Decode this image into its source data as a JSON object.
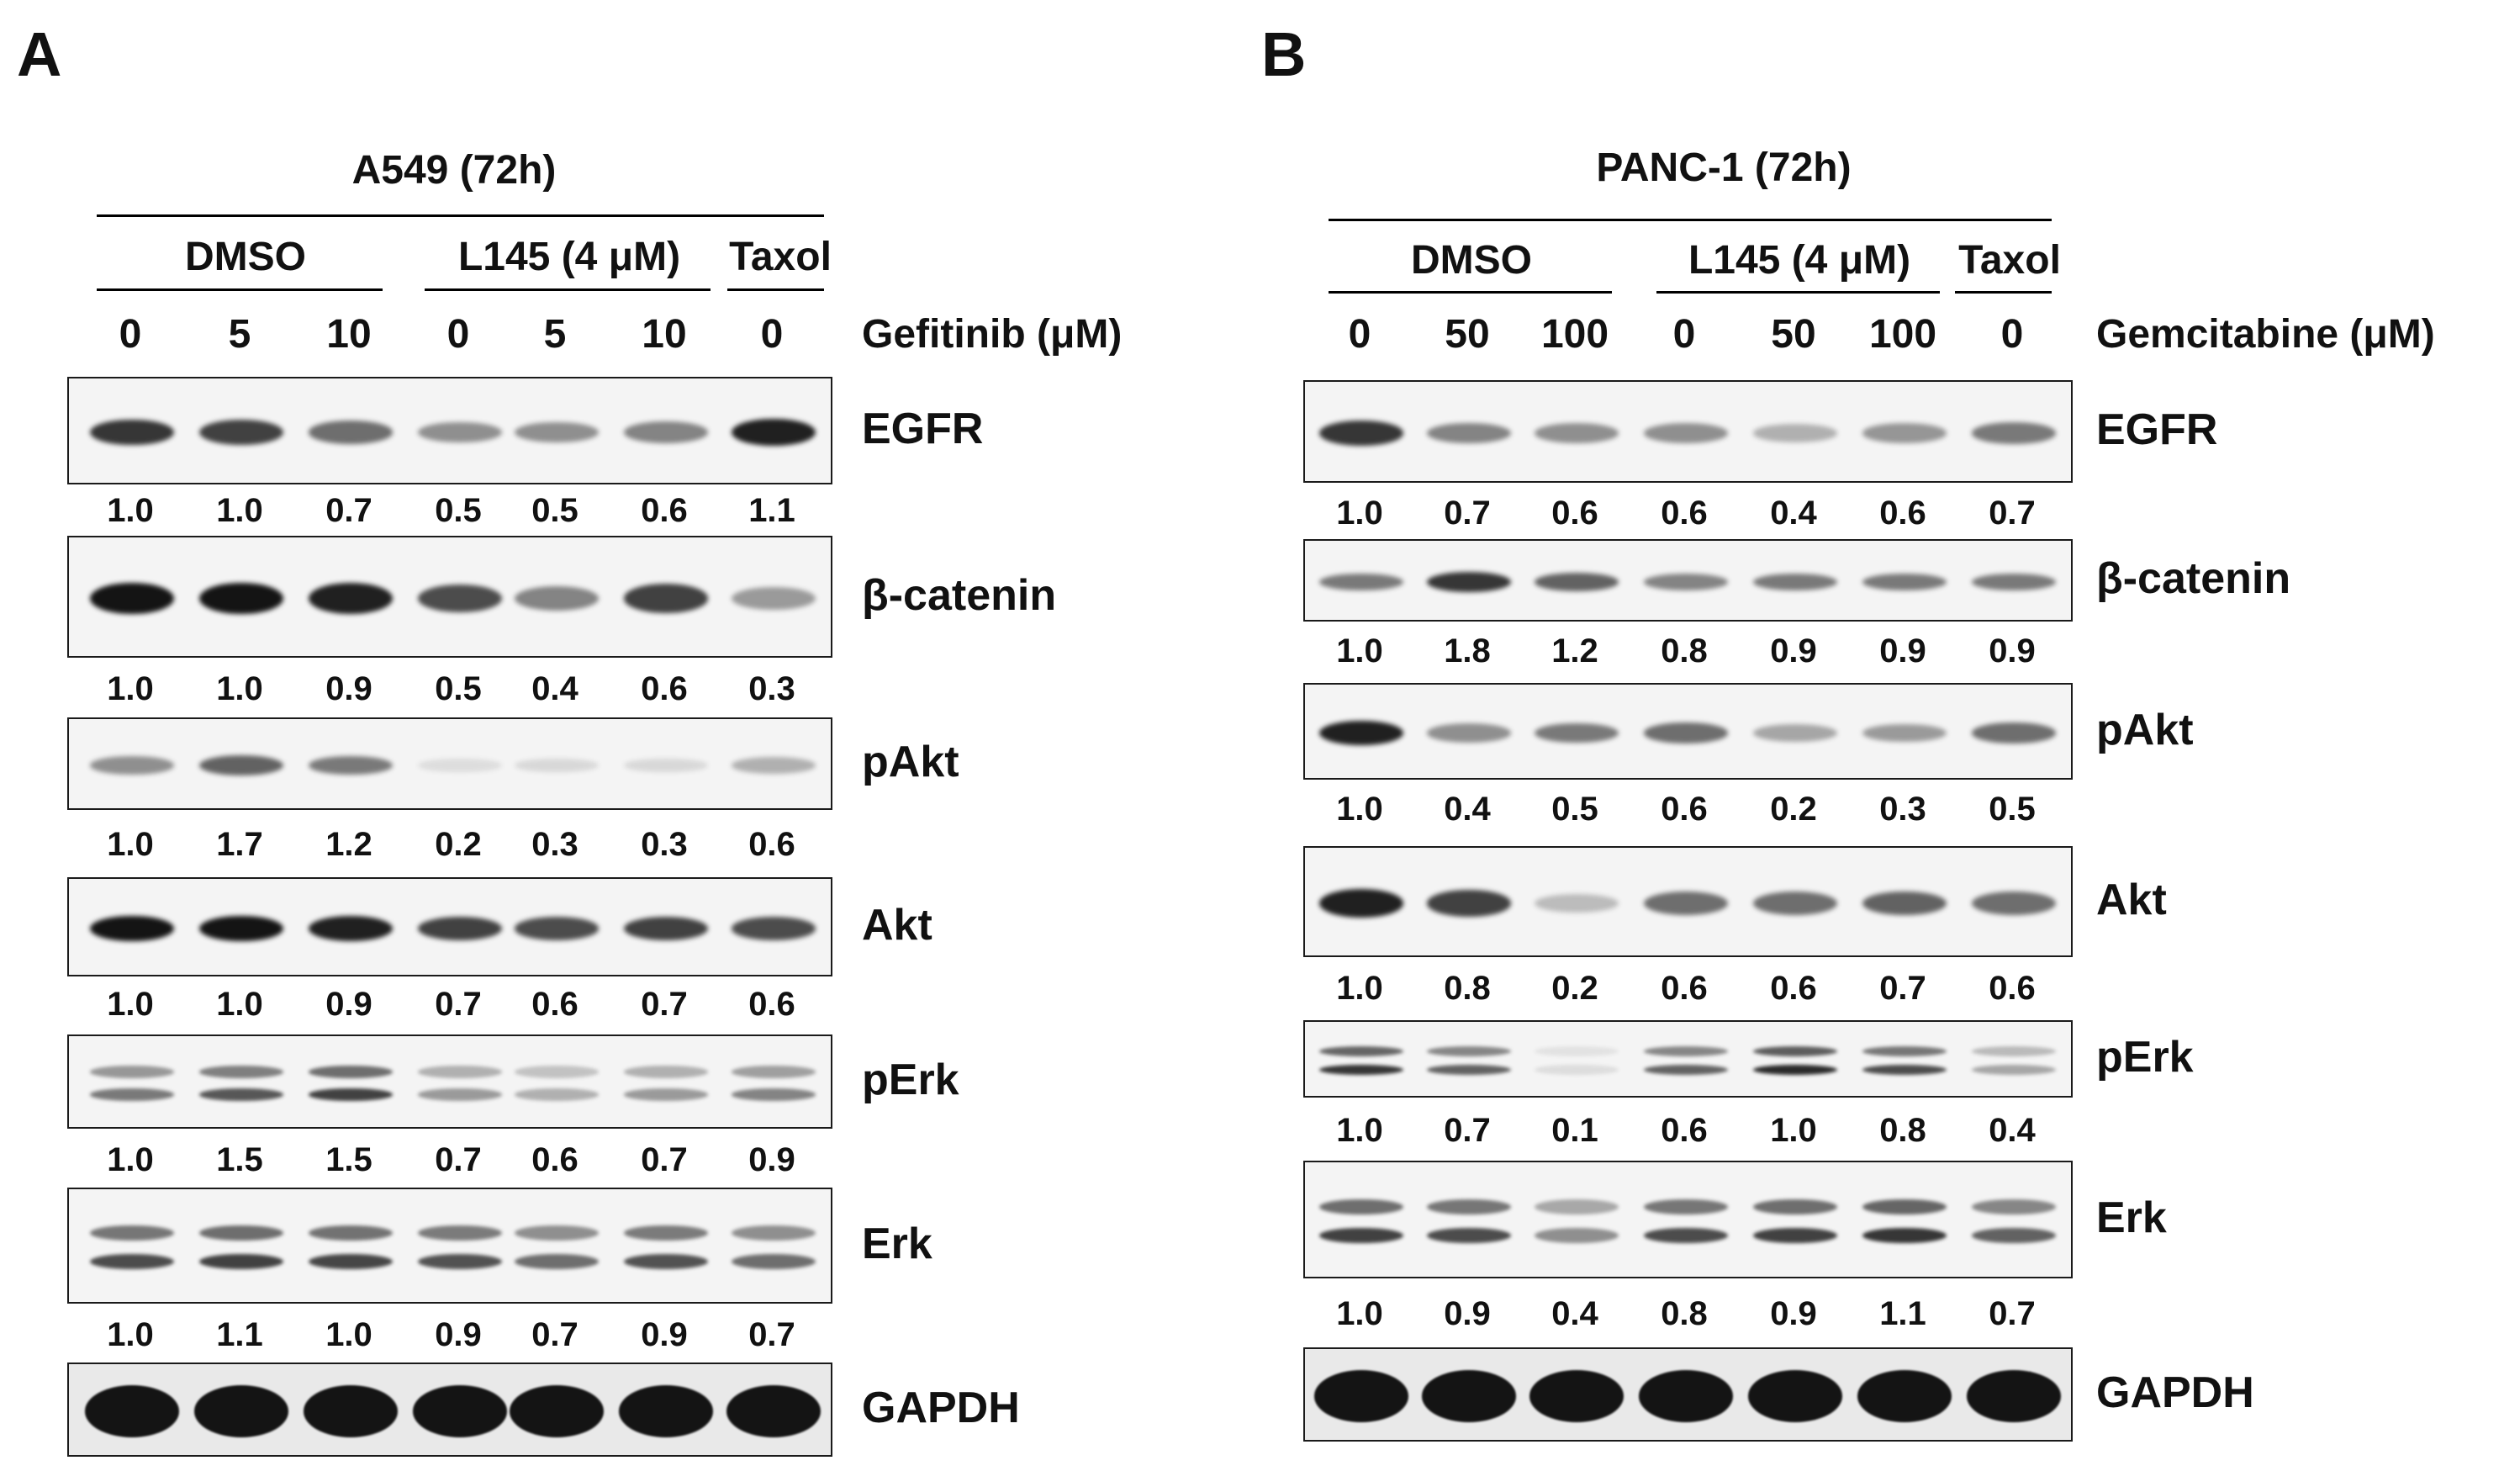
{
  "panels": [
    {
      "letter": "A",
      "title": "A549 (72h)",
      "groups": [
        "DMSO",
        "L145 (4 μM)",
        "Taxol"
      ],
      "lanes": [
        "0",
        "5",
        "10",
        "0",
        "5",
        "10",
        "0"
      ],
      "axis_label": "Gefitinib (μM)",
      "blots": [
        {
          "protein": "EGFR",
          "values": [
            "1.0",
            "1.0",
            "0.7",
            "0.5",
            "0.5",
            "0.6",
            "1.1"
          ],
          "intensity": [
            0.85,
            0.8,
            0.6,
            0.45,
            0.45,
            0.5,
            0.95
          ],
          "double": false
        },
        {
          "protein": "β-catenin",
          "values": [
            "1.0",
            "1.0",
            "0.9",
            "0.5",
            "0.4",
            "0.6",
            "0.3"
          ],
          "intensity": [
            1.0,
            1.0,
            0.95,
            0.75,
            0.5,
            0.8,
            0.4
          ],
          "double": false
        },
        {
          "protein": "pAkt",
          "values": [
            "1.0",
            "1.7",
            "1.2",
            "0.2",
            "0.3",
            "0.3",
            "0.6"
          ],
          "intensity": [
            0.45,
            0.65,
            0.55,
            0.1,
            0.12,
            0.12,
            0.3
          ],
          "double": false
        },
        {
          "protein": "Akt",
          "values": [
            "1.0",
            "1.0",
            "0.9",
            "0.7",
            "0.6",
            "0.7",
            "0.6"
          ],
          "intensity": [
            1.0,
            1.0,
            0.95,
            0.8,
            0.75,
            0.8,
            0.75
          ],
          "double": false
        },
        {
          "protein": "pErk",
          "values": [
            "1.0",
            "1.5",
            "1.5",
            "0.7",
            "0.6",
            "0.7",
            "0.9"
          ],
          "intensity": [
            0.55,
            0.7,
            0.8,
            0.4,
            0.3,
            0.4,
            0.5
          ],
          "double": true
        },
        {
          "protein": "Erk",
          "values": [
            "1.0",
            "1.1",
            "1.0",
            "0.9",
            "0.7",
            "0.9",
            "0.7"
          ],
          "intensity": [
            0.75,
            0.8,
            0.78,
            0.72,
            0.6,
            0.72,
            0.6
          ],
          "double": true
        },
        {
          "protein": "GAPDH",
          "values": [],
          "intensity": [
            1,
            1,
            1,
            1,
            1,
            1,
            1
          ],
          "double": false
        }
      ]
    },
    {
      "letter": "B",
      "title": "PANC-1 (72h)",
      "groups": [
        "DMSO",
        "L145 (4 μM)",
        "Taxol"
      ],
      "lanes": [
        "0",
        "50",
        "100",
        "0",
        "50",
        "100",
        "0"
      ],
      "axis_label": "Gemcitabine (μM)",
      "blots": [
        {
          "protein": "EGFR",
          "values": [
            "1.0",
            "0.7",
            "0.6",
            "0.6",
            "0.4",
            "0.6",
            "0.7"
          ],
          "intensity": [
            0.85,
            0.5,
            0.45,
            0.45,
            0.3,
            0.42,
            0.55
          ],
          "double": false
        },
        {
          "protein": "β-catenin",
          "values": [
            "1.0",
            "1.8",
            "1.2",
            "0.8",
            "0.9",
            "0.9",
            "0.9"
          ],
          "intensity": [
            0.55,
            0.85,
            0.65,
            0.5,
            0.55,
            0.55,
            0.55
          ],
          "double": false
        },
        {
          "protein": "pAkt",
          "values": [
            "1.0",
            "0.4",
            "0.5",
            "0.6",
            "0.2",
            "0.3",
            "0.5"
          ],
          "intensity": [
            0.95,
            0.45,
            0.55,
            0.6,
            0.35,
            0.4,
            0.6
          ],
          "double": false
        },
        {
          "protein": "Akt",
          "values": [
            "1.0",
            "0.8",
            "0.2",
            "0.6",
            "0.6",
            "0.7",
            "0.6"
          ],
          "intensity": [
            0.95,
            0.8,
            0.25,
            0.6,
            0.6,
            0.65,
            0.6
          ],
          "double": false
        },
        {
          "protein": "pErk",
          "values": [
            "1.0",
            "0.7",
            "0.1",
            "0.6",
            "1.0",
            "0.8",
            "0.4"
          ],
          "intensity": [
            0.85,
            0.65,
            0.1,
            0.65,
            0.9,
            0.75,
            0.35
          ],
          "double": true
        },
        {
          "protein": "Erk",
          "values": [
            "1.0",
            "0.9",
            "0.4",
            "0.8",
            "0.9",
            "1.1",
            "0.7"
          ],
          "intensity": [
            0.8,
            0.75,
            0.45,
            0.75,
            0.8,
            0.85,
            0.65
          ],
          "double": true
        },
        {
          "protein": "GAPDH",
          "values": [],
          "intensity": [
            1,
            1,
            1,
            1,
            1,
            1,
            1
          ],
          "double": false
        }
      ]
    }
  ]
}
